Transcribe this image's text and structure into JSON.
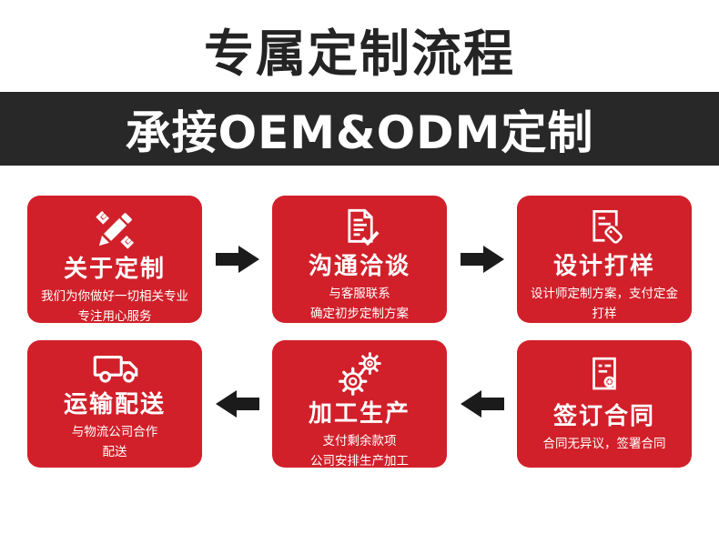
{
  "header": {
    "title": "专属定制流程",
    "banner": "承接OEM&ODM定制"
  },
  "colors": {
    "card_red": "#d1202a",
    "banner_bg": "#282828",
    "arrow_black": "#1b1b1b",
    "title_black": "#242424",
    "card_text": "#ffffff"
  },
  "flow": {
    "top_row_arrow_direction": "right",
    "bottom_row_arrow_direction": "left"
  },
  "steps": [
    {
      "icon": "pencil-icon",
      "title": "关于定制",
      "desc_lines": [
        "我们为你做好一切相关专业",
        "专注用心服务"
      ]
    },
    {
      "icon": "document-check-icon",
      "title": "沟通洽谈",
      "desc_lines": [
        "与客服联系",
        "确定初步定制方案"
      ]
    },
    {
      "icon": "document-tag-icon",
      "title": "设计打样",
      "desc_lines": [
        "设计师定制方案，支付定金",
        "打样"
      ]
    },
    {
      "icon": "truck-icon",
      "title": "运输配送",
      "desc_lines": [
        "与物流公司合作",
        "配送"
      ]
    },
    {
      "icon": "gears-icon",
      "title": "加工生产",
      "desc_lines": [
        "支付剩余款项",
        "公司安排生产加工"
      ]
    },
    {
      "icon": "contract-seal-icon",
      "title": "签订合同",
      "desc_lines": [
        "合同无异议，签署合同"
      ]
    }
  ]
}
